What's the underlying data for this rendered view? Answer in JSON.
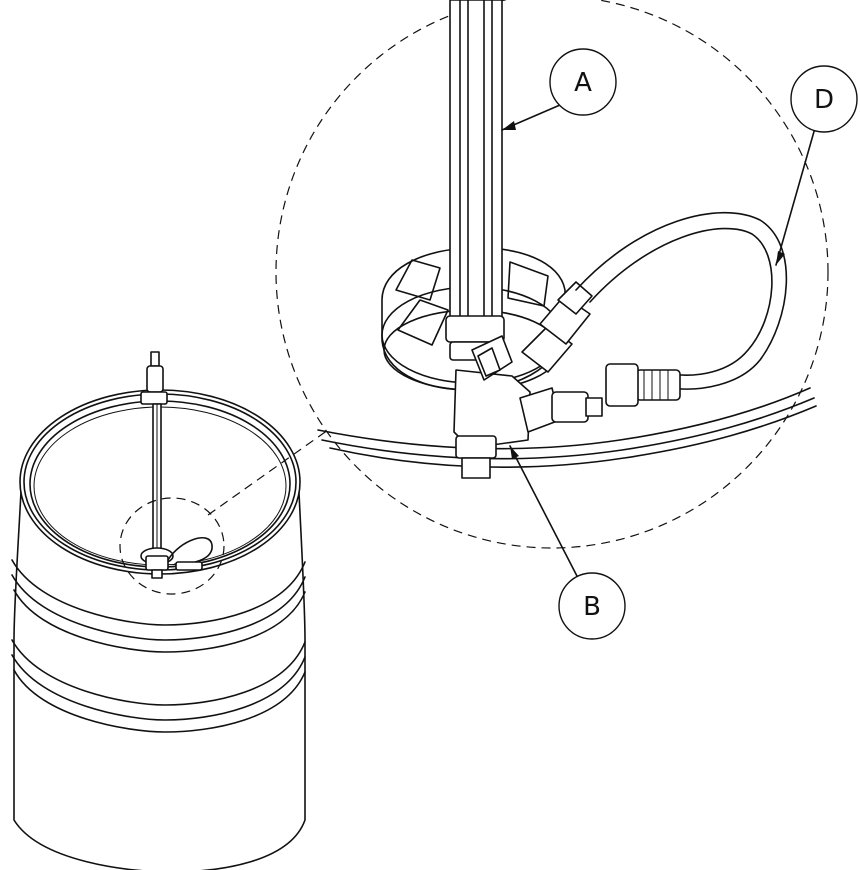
{
  "callouts": [
    {
      "id": "A",
      "label": "A"
    },
    {
      "id": "B",
      "label": "B"
    },
    {
      "id": "D",
      "label": "D"
    }
  ]
}
